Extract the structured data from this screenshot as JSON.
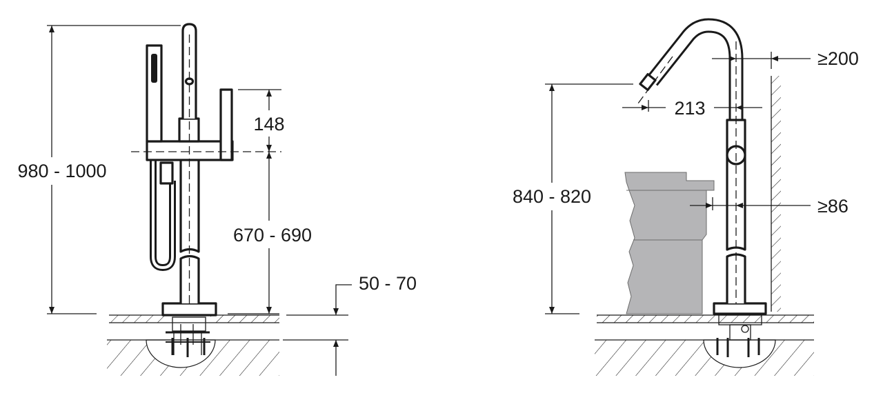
{
  "left_view": {
    "total_height_label": "980 - 1000",
    "handle_height_label": "148",
    "body_height_label": "670 - 690",
    "floor_depth_label": "50 - 70"
  },
  "right_view": {
    "spout_height_label": "840 - 820",
    "wall_distance_label": "≥200",
    "spout_reach_label": "213",
    "toilet_distance_label": "≥86"
  },
  "colors": {
    "line": "#1a1a1a",
    "toilet_fill": "#b5b5b7",
    "background": "#ffffff"
  }
}
